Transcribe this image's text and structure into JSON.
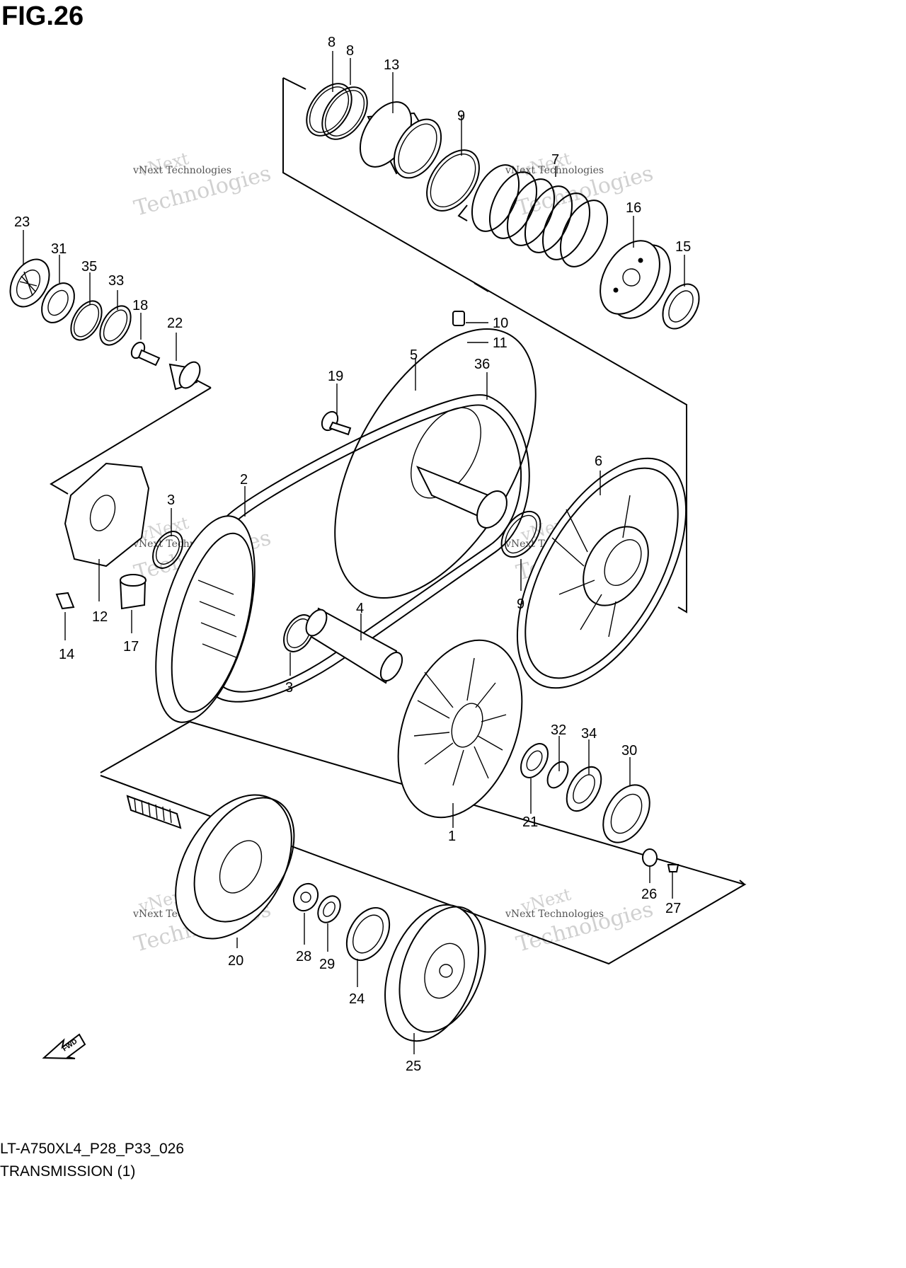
{
  "figure": {
    "title": "FIG.26",
    "model_code": "LT-A750XL4_P28_P33_026",
    "section_name": "TRANSMISSION (1)",
    "fwd_label": "FWD"
  },
  "watermark": {
    "line1": "vNext",
    "line2": "vNext Technologies",
    "line3": "Technologies"
  },
  "callouts": [
    "8",
    "8",
    "13",
    "9",
    "7",
    "16",
    "15",
    "23",
    "31",
    "35",
    "33",
    "18",
    "22",
    "10",
    "11",
    "5",
    "36",
    "19",
    "2",
    "3",
    "6",
    "12",
    "14",
    "17",
    "9",
    "4",
    "3",
    "1",
    "32",
    "34",
    "30",
    "21",
    "26",
    "27",
    "20",
    "28",
    "29",
    "24",
    "25"
  ]
}
